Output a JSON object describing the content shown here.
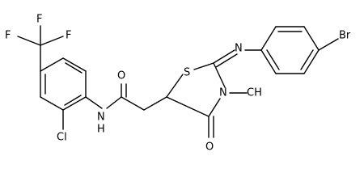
{
  "molecule": {
    "atoms": {
      "f_top": "F",
      "f_left": "F",
      "f_right": "F",
      "cl": "Cl",
      "nh": "N",
      "h": "H",
      "o_amide": "O",
      "s": "S",
      "n_imine": "N",
      "n_ring": "N",
      "methyl": "CH",
      "o_ring": "O",
      "br": "Br"
    }
  },
  "colors": {
    "bond": "#000000",
    "label": "#000000",
    "background": "#ffffff"
  }
}
